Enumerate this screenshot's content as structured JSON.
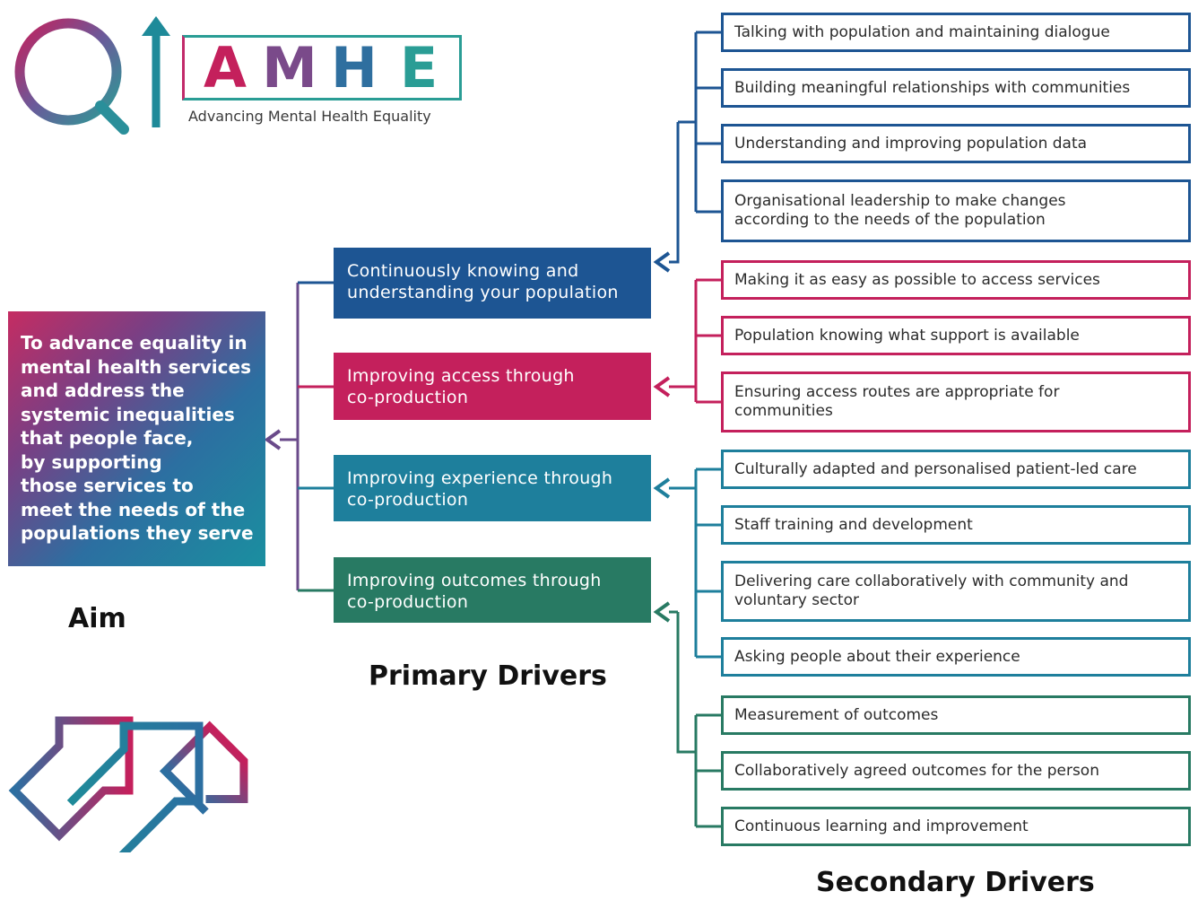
{
  "logo": {
    "letters": [
      "A",
      "M",
      "H",
      "E"
    ],
    "tagline": "Advancing Mental Health Equality",
    "icon": "magnifier-arrow-logo-icon"
  },
  "colors": {
    "blue": "#1d5593",
    "pink": "#c4205c",
    "teal": "#1e7f9c",
    "green": "#287a63"
  },
  "aim": {
    "lines": [
      "To advance equality in",
      "mental health services",
      "and address the",
      "systemic inequalities",
      "that people face,",
      "by supporting",
      "those services to",
      "meet the needs of the",
      "populations they serve"
    ],
    "heading": "Aim"
  },
  "primary_heading": "Primary Drivers",
  "secondary_heading": "Secondary Drivers",
  "primary": [
    {
      "lines": [
        "Continuously knowing and",
        "understanding your population"
      ],
      "color": "#1d5593"
    },
    {
      "lines": [
        "Improving access through",
        "co-production"
      ],
      "color": "#c4205c"
    },
    {
      "lines": [
        "Improving experience through",
        "co-production"
      ],
      "color": "#1e7f9c"
    },
    {
      "lines": [
        "Improving outcomes through",
        "co-production"
      ],
      "color": "#287a63"
    }
  ],
  "secondary": [
    {
      "lines": [
        "Talking with population and maintaining dialogue"
      ],
      "color": "#1d5593"
    },
    {
      "lines": [
        "Building meaningful relationships with communities"
      ],
      "color": "#1d5593"
    },
    {
      "lines": [
        "Understanding and improving population data"
      ],
      "color": "#1d5593"
    },
    {
      "lines": [
        "Organisational leadership to make changes",
        "according to the needs of the population"
      ],
      "color": "#1d5593"
    },
    {
      "lines": [
        "Making it as easy as possible to access services"
      ],
      "color": "#c4205c"
    },
    {
      "lines": [
        "Population knowing what support is available"
      ],
      "color": "#c4205c"
    },
    {
      "lines": [
        "Ensuring access routes are appropriate for",
        "communities"
      ],
      "color": "#c4205c"
    },
    {
      "lines": [
        "Culturally adapted and personalised patient-led care"
      ],
      "color": "#1e7f9c"
    },
    {
      "lines": [
        "Staff training and development"
      ],
      "color": "#1e7f9c"
    },
    {
      "lines": [
        "Delivering care collaboratively with community and",
        "voluntary sector"
      ],
      "color": "#1e7f9c"
    },
    {
      "lines": [
        "Asking people about their experience"
      ],
      "color": "#1e7f9c"
    },
    {
      "lines": [
        "Measurement of outcomes"
      ],
      "color": "#287a63"
    },
    {
      "lines": [
        "Collaboratively agreed outcomes for the person"
      ],
      "color": "#287a63"
    },
    {
      "lines": [
        "Continuous learning and improvement"
      ],
      "color": "#287a63"
    }
  ]
}
